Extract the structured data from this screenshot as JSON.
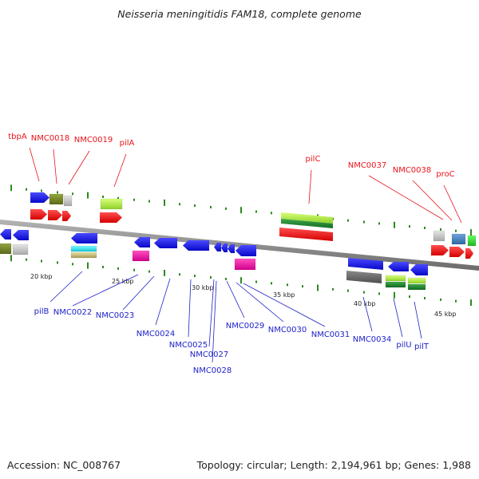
{
  "title": "Neisseria meningitidis FAM18, complete genome",
  "accession": "Accession: NC_008767",
  "summary": "Topology: circular; Length: 2,194,961 bp; Genes: 1,988",
  "colors": {
    "upper_label": "#e8141b",
    "lower_label": "#1e22c8",
    "tick": "#2d8a1e",
    "backbone": "#8c8c8c"
  },
  "kbp_labels": [
    "20 kbp",
    "25 kbp",
    "30 kbp",
    "35 kbp",
    "40 kbp",
    "45 kbp"
  ],
  "upper_labels": [
    "tbpA",
    "NMC0018",
    "NMC0019",
    "pilA",
    "pilC",
    "NMC0037",
    "NMC0038",
    "proC"
  ],
  "lower_labels": [
    "pilB",
    "NMC0022",
    "NMC0023",
    "NMC0024",
    "NMC0025",
    "NMC0027",
    "NMC0028",
    "NMC0029",
    "NMC0030",
    "NMC0031",
    "NMC0034",
    "pilU",
    "pilT"
  ]
}
